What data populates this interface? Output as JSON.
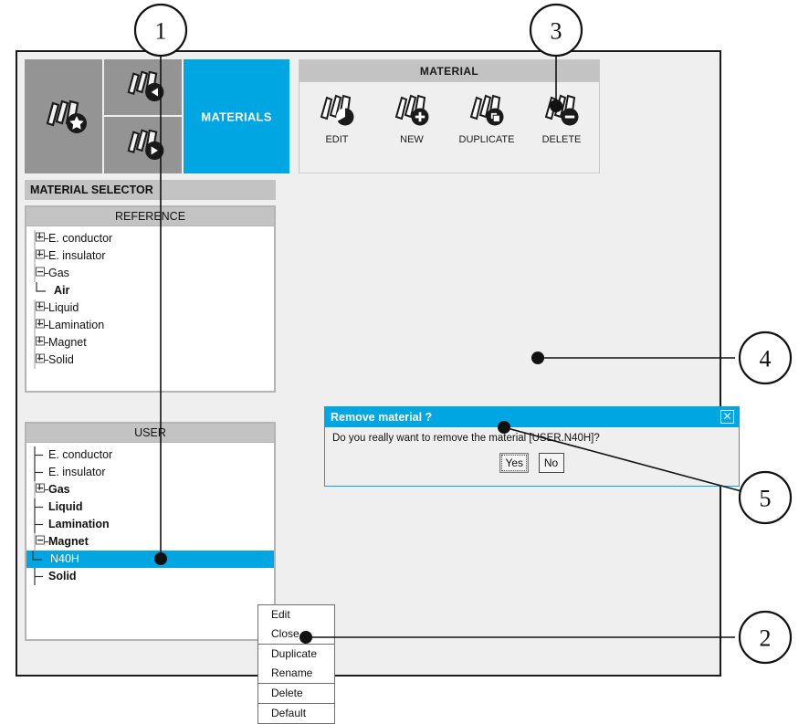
{
  "ribbon": {
    "tiles": [
      {
        "name": "material-favorite-tile",
        "icon": "material-star-icon",
        "label": ""
      },
      {
        "name": "material-back-tile",
        "icon": "material-back-arrow-icon",
        "label": ""
      },
      {
        "name": "material-forward-tile",
        "icon": "material-forward-arrow-icon",
        "label": ""
      },
      {
        "name": "materials-tab-tile",
        "icon": "",
        "label": "MATERIALS"
      }
    ],
    "materials_label": "MATERIALS",
    "group": {
      "title": "MATERIAL",
      "commands": [
        {
          "label": "EDIT",
          "icon": "material-edit-icon"
        },
        {
          "label": "NEW",
          "icon": "material-new-icon"
        },
        {
          "label": "DUPLICATE",
          "icon": "material-duplicate-icon"
        },
        {
          "label": "DELETE",
          "icon": "material-delete-icon"
        }
      ]
    }
  },
  "selector": {
    "title": "MATERIAL SELECTOR",
    "reference": {
      "header": "REFERENCE",
      "items": [
        {
          "label": "E. conductor",
          "toggle": "plus",
          "depth": 0,
          "bold": false,
          "selected": false
        },
        {
          "label": "E. insulator",
          "toggle": "plus",
          "depth": 0,
          "bold": false,
          "selected": false
        },
        {
          "label": "Gas",
          "toggle": "minus",
          "depth": 0,
          "bold": false,
          "selected": false
        },
        {
          "label": "Air",
          "toggle": "leaf",
          "depth": 1,
          "bold": true,
          "selected": false
        },
        {
          "label": "Liquid",
          "toggle": "plus",
          "depth": 0,
          "bold": false,
          "selected": false
        },
        {
          "label": "Lamination",
          "toggle": "plus",
          "depth": 0,
          "bold": false,
          "selected": false
        },
        {
          "label": "Magnet",
          "toggle": "plus",
          "depth": 0,
          "bold": false,
          "selected": false
        },
        {
          "label": "Solid",
          "toggle": "plus",
          "depth": 0,
          "bold": false,
          "selected": false
        }
      ]
    },
    "user": {
      "header": "USER",
      "items": [
        {
          "label": "E. conductor",
          "toggle": "none",
          "depth": 0,
          "bold": false,
          "selected": false
        },
        {
          "label": "E. insulator",
          "toggle": "none",
          "depth": 0,
          "bold": false,
          "selected": false
        },
        {
          "label": "Gas",
          "toggle": "plus",
          "depth": 0,
          "bold": true,
          "selected": false
        },
        {
          "label": "Liquid",
          "toggle": "none",
          "depth": 0,
          "bold": true,
          "selected": false
        },
        {
          "label": "Lamination",
          "toggle": "none",
          "depth": 0,
          "bold": true,
          "selected": false
        },
        {
          "label": "Magnet",
          "toggle": "minus",
          "depth": 0,
          "bold": true,
          "selected": false
        },
        {
          "label": "N40H",
          "toggle": "leaf",
          "depth": 1,
          "bold": false,
          "selected": true
        },
        {
          "label": "Solid",
          "toggle": "none",
          "depth": 0,
          "bold": true,
          "selected": false
        }
      ]
    }
  },
  "context_menu": {
    "groups": [
      {
        "items": [
          {
            "label": "Edit"
          },
          {
            "label": "Close"
          }
        ]
      },
      {
        "items": [
          {
            "label": "Duplicate"
          },
          {
            "label": "Rename"
          }
        ]
      },
      {
        "items": [
          {
            "label": "Delete"
          }
        ]
      },
      {
        "items": [
          {
            "label": "Default"
          }
        ]
      }
    ]
  },
  "dialog": {
    "title": "Remove material ?",
    "close_icon": "close-icon",
    "close_glyph": "✕",
    "message": "Do you really want to remove the material [USER.N40H]?",
    "buttons": [
      {
        "label": "Yes",
        "focused": true
      },
      {
        "label": "No",
        "focused": false
      }
    ]
  },
  "callouts": [
    {
      "number": "1"
    },
    {
      "number": "2"
    },
    {
      "number": "3"
    },
    {
      "number": "4"
    },
    {
      "number": "5"
    }
  ],
  "colors": {
    "accent_blue": "#00a6e2",
    "tile_gray": "#949494",
    "panel_gray": "#efefef",
    "header_gray": "#c3c3c3"
  }
}
